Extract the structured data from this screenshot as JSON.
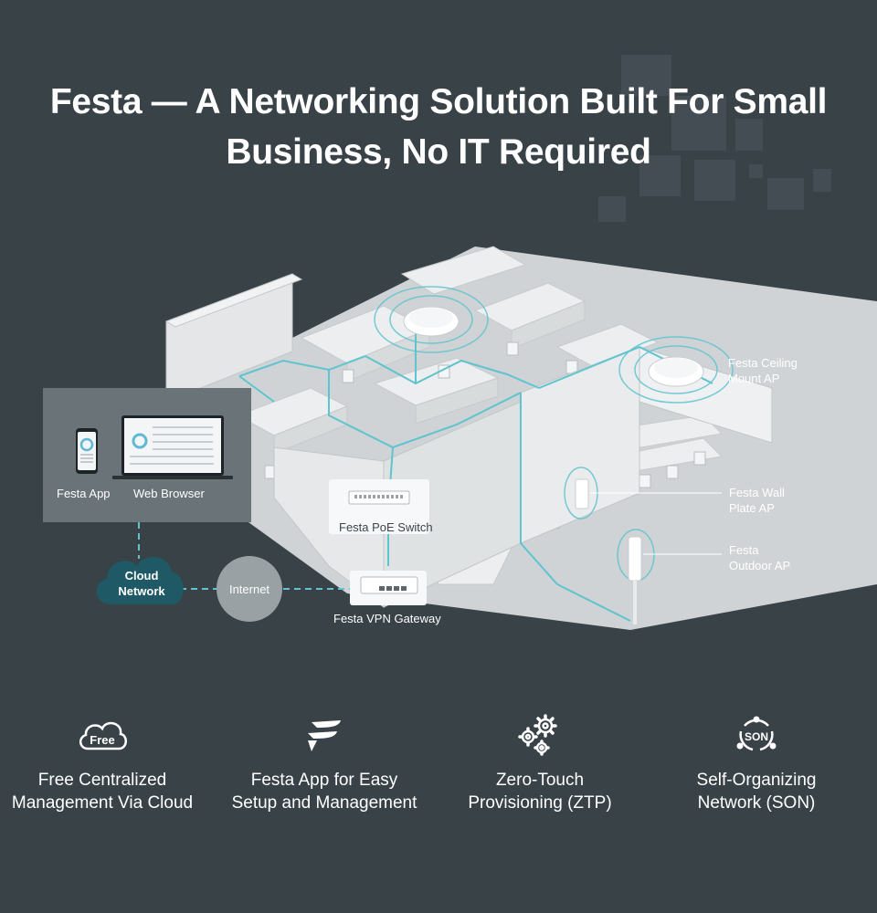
{
  "title": {
    "line1": "Festa — A Networking Solution Built For Small",
    "line2": "Business, No IT Required"
  },
  "diagram": {
    "festa_app": "Festa App",
    "web_browser": "Web Browser",
    "cloud_network_line1": "Cloud",
    "cloud_network_line2": "Network",
    "internet": "Internet",
    "vpn_gateway": "Festa VPN Gateway",
    "poe_switch": "Festa PoE Switch",
    "ceiling_ap_line1": "Festa Ceiling",
    "ceiling_ap_line2": "Mount AP",
    "wall_ap_line1": "Festa Wall",
    "wall_ap_line2": "Plate AP",
    "outdoor_ap_line1": "Festa",
    "outdoor_ap_line2": "Outdoor AP"
  },
  "features": [
    {
      "icon": "free-cloud-icon",
      "badge": "Free",
      "line1": "Free Centralized",
      "line2": "Management Via Cloud"
    },
    {
      "icon": "festa-logo-icon",
      "line1": "Festa App for Easy",
      "line2": "Setup and Management"
    },
    {
      "icon": "gears-icon",
      "line1": "Zero-Touch",
      "line2": "Provisioning (ZTP)"
    },
    {
      "icon": "son-icon",
      "badge": "SON",
      "line1": "Self-Organizing",
      "line2": "Network (SON)"
    }
  ],
  "colors": {
    "background": "#384247",
    "accent_teal": "#5fc4cf",
    "cloud_teal": "#1f5966",
    "floor": "#d9dcdd"
  }
}
